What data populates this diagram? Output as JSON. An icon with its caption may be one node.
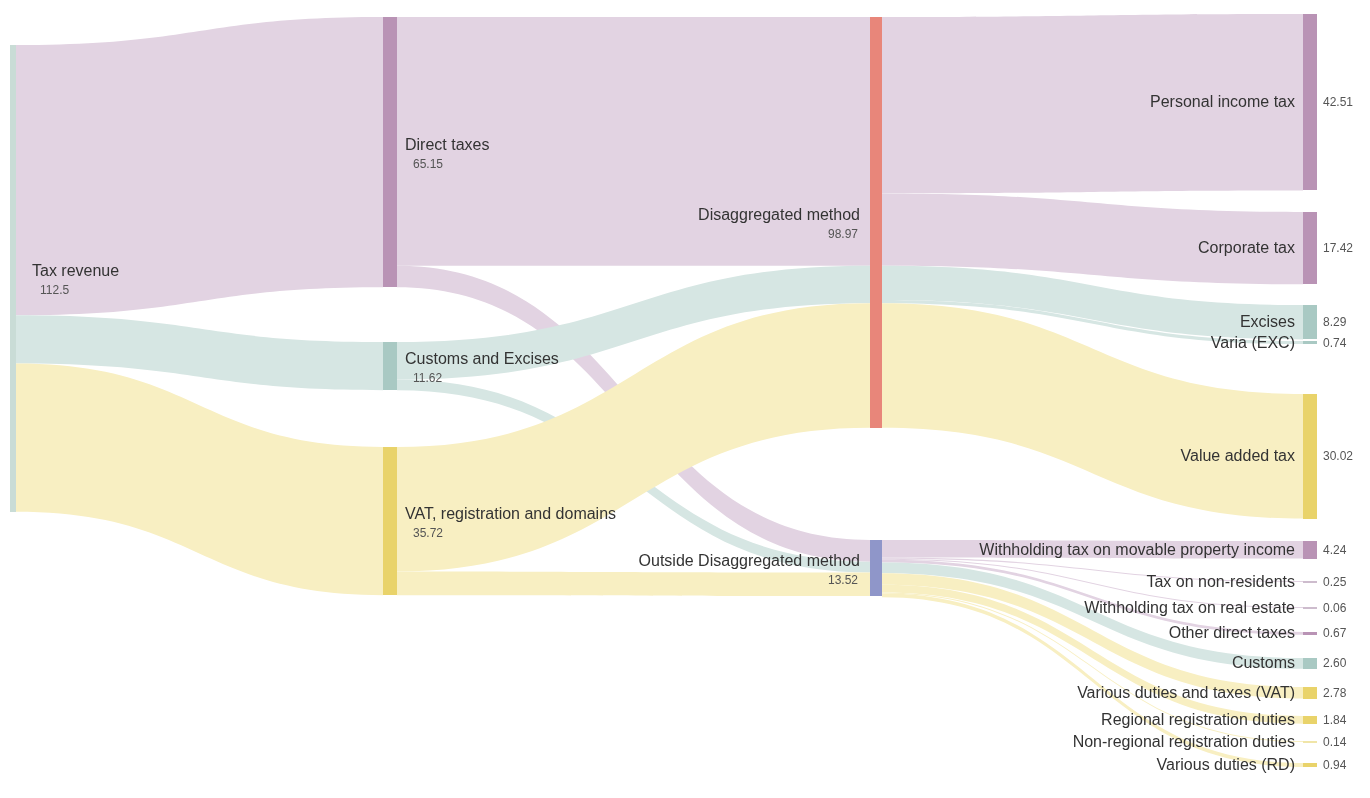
{
  "diagram": {
    "nodes": [
      {
        "text": [
          "Tax revenue",
          "112.5"
        ]
      },
      {
        "text": [
          "Direct taxes",
          "65.15"
        ]
      },
      {
        "text": [
          "Customs and Excises",
          "11.62"
        ]
      },
      {
        "text": [
          "VAT, registration and domains",
          "35.72"
        ]
      },
      {
        "text": [
          "Disaggregated method",
          "98.97"
        ]
      },
      {
        "text": [
          "Outside Disaggregated method",
          "13.52"
        ]
      },
      {
        "text": [
          "Personal income tax",
          "42.51"
        ]
      },
      {
        "text": [
          "Corporate tax",
          "17.42"
        ]
      },
      {
        "text": [
          "Excises",
          "8.29"
        ]
      },
      {
        "text": [
          "Varia (EXC)",
          "0.74"
        ]
      },
      {
        "text": [
          "Value added tax",
          "30.02"
        ]
      },
      {
        "text": [
          "Withholding tax on movable property income",
          "4.24"
        ]
      },
      {
        "text": [
          "Tax on non-residents",
          "0.25"
        ]
      },
      {
        "text": [
          "Withholding tax on real estate",
          "0.06"
        ]
      },
      {
        "text": [
          "Other direct taxes",
          "0.67"
        ]
      },
      {
        "text": [
          "Customs",
          "2.60"
        ]
      },
      {
        "text": [
          "Various duties and taxes (VAT)",
          "2.78"
        ]
      },
      {
        "text": [
          "Regional registration duties",
          "1.84"
        ]
      },
      {
        "text": [
          "Non-regional registration duties",
          "0.14"
        ]
      },
      {
        "text": [
          "Various duties (RD)",
          "0.94"
        ]
      }
    ],
    "edges": [
      {
        "from": 0,
        "to": 1,
        "arrow": "none",
        "color": "#e2d3e2"
      },
      {
        "from": 0,
        "to": 2,
        "arrow": "none",
        "color": "#d6e6e3"
      },
      {
        "from": 0,
        "to": 3,
        "arrow": "none",
        "color": "#f8efc2"
      },
      {
        "from": 1,
        "to": 4,
        "arrow": "none",
        "color": "#e2d3e2"
      },
      {
        "from": 1,
        "to": 5,
        "arrow": "none",
        "color": "#e2d3e2"
      },
      {
        "from": 2,
        "to": 4,
        "arrow": "none",
        "color": "#d6e6e3"
      },
      {
        "from": 2,
        "to": 5,
        "arrow": "none",
        "color": "#d6e6e3"
      },
      {
        "from": 3,
        "to": 4,
        "arrow": "none",
        "color": "#f8efc2"
      },
      {
        "from": 3,
        "to": 5,
        "arrow": "none",
        "color": "#f8efc2"
      },
      {
        "from": 4,
        "to": 6,
        "arrow": "none",
        "color": "#e2d3e2"
      },
      {
        "from": 4,
        "to": 7,
        "arrow": "none",
        "color": "#e2d3e2"
      },
      {
        "from": 4,
        "to": 8,
        "arrow": "none",
        "color": "#d6e6e3"
      },
      {
        "from": 4,
        "to": 9,
        "arrow": "none",
        "color": "#d6e6e3"
      },
      {
        "from": 4,
        "to": 10,
        "arrow": "none",
        "color": "#f8efc2"
      },
      {
        "from": 5,
        "to": 11,
        "arrow": "none",
        "color": "#e2d3e2"
      },
      {
        "from": 5,
        "to": 12,
        "arrow": "none",
        "color": "#e2d3e2"
      },
      {
        "from": 5,
        "to": 13,
        "arrow": "none",
        "color": "#e2d3e2"
      },
      {
        "from": 5,
        "to": 14,
        "arrow": "none",
        "color": "#e2d3e2"
      },
      {
        "from": 5,
        "to": 15,
        "arrow": "none",
        "color": "#d6e6e3"
      },
      {
        "from": 5,
        "to": 16,
        "arrow": "none",
        "color": "#f8efc2"
      },
      {
        "from": 5,
        "to": 17,
        "arrow": "none",
        "color": "#f8efc2"
      },
      {
        "from": 5,
        "to": 18,
        "arrow": "none",
        "color": "#f8efc2"
      },
      {
        "from": 5,
        "to": 19,
        "arrow": "none",
        "color": "#f8efc2"
      }
    ]
  }
}
